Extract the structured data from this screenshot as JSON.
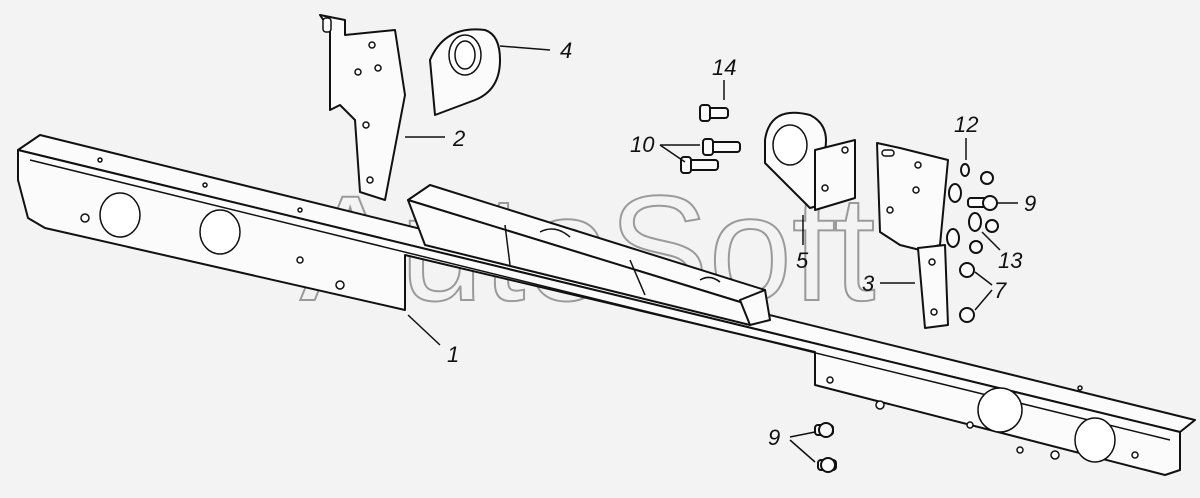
{
  "watermark": "AutoSoft",
  "callouts": {
    "c1": "1",
    "c2": "2",
    "c3": "3",
    "c4": "4",
    "c5": "5",
    "c7": "7",
    "c9a": "9",
    "c9b": "9",
    "c10": "10",
    "c12": "12",
    "c13": "13",
    "c14": "14"
  }
}
